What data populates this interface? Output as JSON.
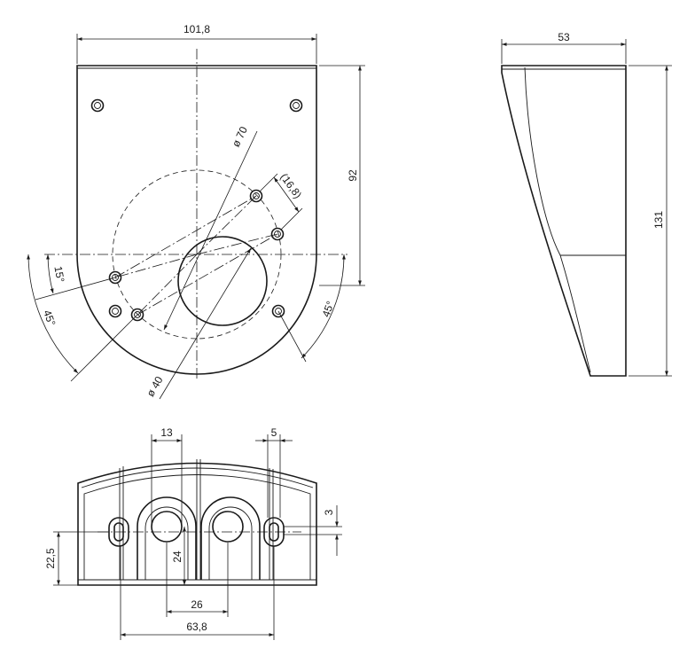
{
  "front_view": {
    "width_label": "101,8",
    "height_label": "92",
    "circle_large_label": "ø 70",
    "circle_small_label": "ø 40",
    "hole_spacing_label": "(16,8)",
    "angle_15_label": "15°",
    "angle_45_left_label": "45°",
    "angle_45_right_label": "45°"
  },
  "side_view": {
    "depth_label": "53",
    "height_label": "131"
  },
  "bottom_view": {
    "hole_dia_label": "13",
    "slot_width_label": "5",
    "slot_height_label": "3",
    "height_label": "22,5",
    "depth_label": "24",
    "hole_spacing_label": "26",
    "slot_spacing_label": "63,8"
  }
}
